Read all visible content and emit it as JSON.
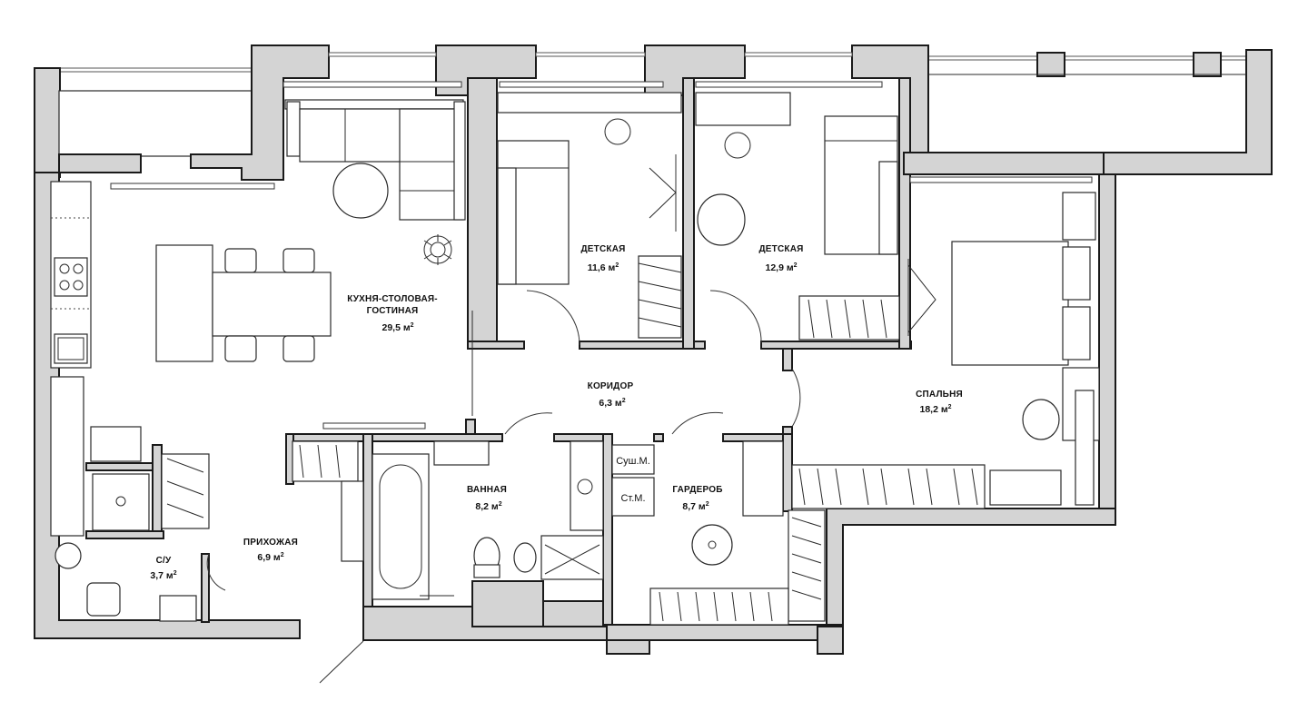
{
  "rooms": {
    "kitchen": {
      "name_line1": "КУХНЯ-СТОЛОВАЯ-",
      "name_line2": "ГОСТИНАЯ",
      "area": "29,5 м",
      "unit_sup": "2"
    },
    "kids1": {
      "name": "ДЕТСКАЯ",
      "area": "11,6 м",
      "unit_sup": "2"
    },
    "kids2": {
      "name": "ДЕТСКАЯ",
      "area": "12,9 м",
      "unit_sup": "2"
    },
    "corridor": {
      "name": "КОРИДОР",
      "area": "6,3 м",
      "unit_sup": "2"
    },
    "bedroom": {
      "name": "СПАЛЬНЯ",
      "area": "18,2 м",
      "unit_sup": "2"
    },
    "bathroom": {
      "name": "ВАННАЯ",
      "area": "8,2 м",
      "unit_sup": "2"
    },
    "wardrobe": {
      "name": "ГАРДЕРОБ",
      "area": "8,7 м",
      "unit_sup": "2"
    },
    "hallway": {
      "name": "ПРИХОЖАЯ",
      "area": "6,9 м",
      "unit_sup": "2"
    },
    "wc": {
      "name": "С/У",
      "area": "3,7 м",
      "unit_sup": "2"
    }
  },
  "appliances": {
    "dryer": "Суш.М.",
    "washer": "Ст.М."
  }
}
